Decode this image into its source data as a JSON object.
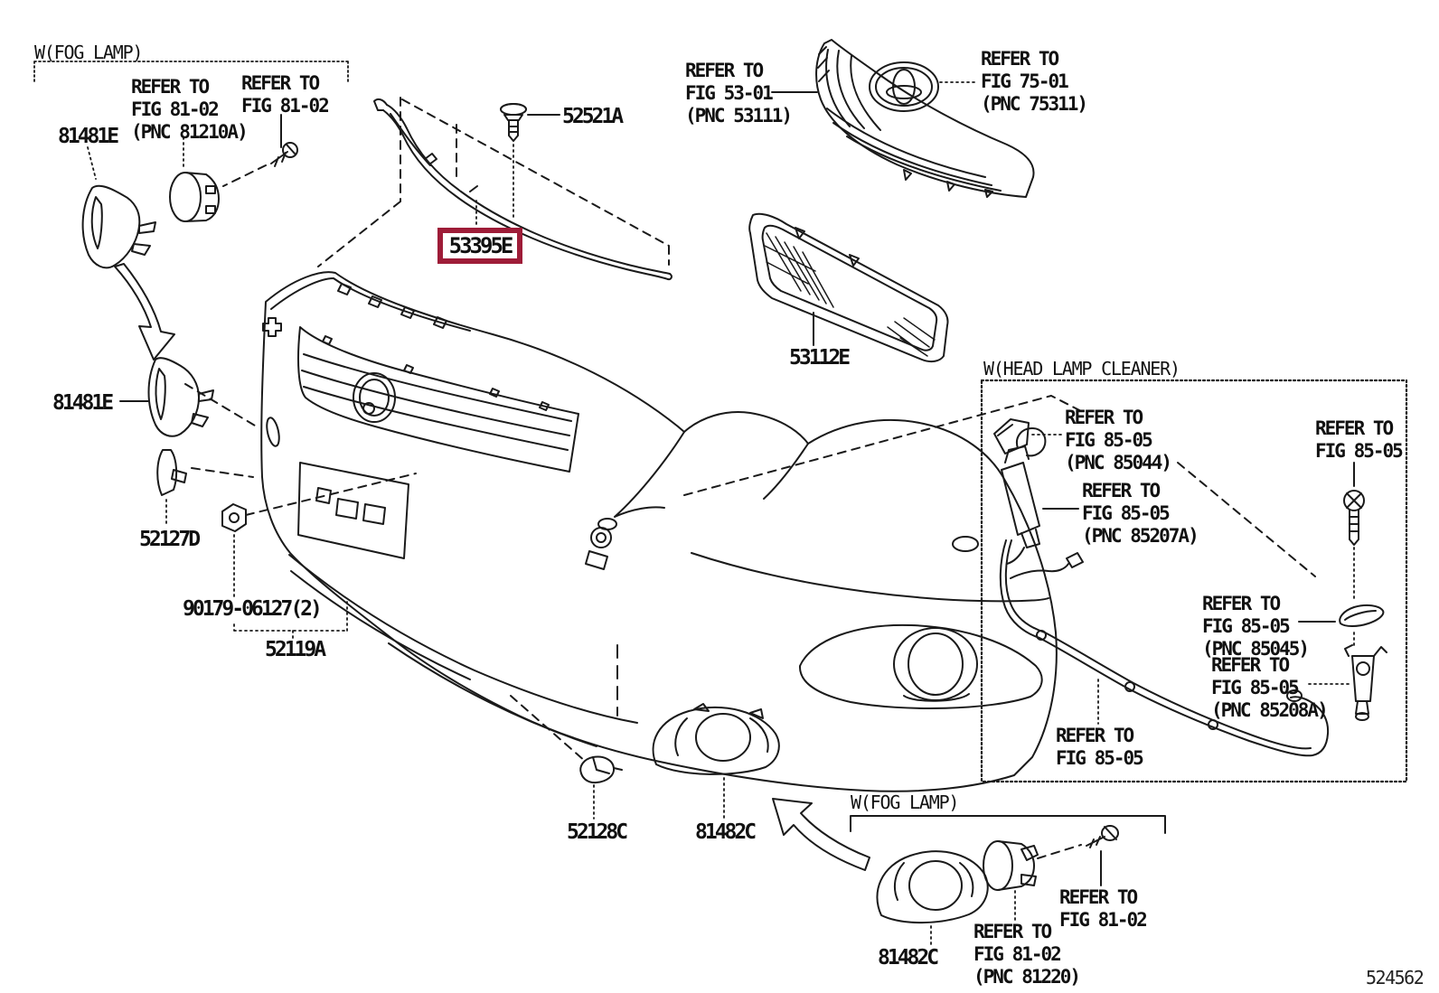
{
  "diagram": {
    "number": "524562",
    "highlighted_part": "53395E",
    "highlight_color": "#9E1C38"
  },
  "sections": {
    "fog_lamp_top": "W(FOG LAMP)",
    "head_lamp_cleaner": "W(HEAD LAMP CLEANER)",
    "fog_lamp_bottom": "W(FOG LAMP)"
  },
  "parts": {
    "p81481e_top": "81481E",
    "p81481e_mid": "81481E",
    "p52521a": "52521A",
    "p53395e": "53395E",
    "p53112e": "53112E",
    "p52127d": "52127D",
    "p90179": "90179-06127(2)",
    "p52119a": "52119A",
    "p52128c": "52128C",
    "p81482c_mid": "81482C",
    "p81482c_bot": "81482C"
  },
  "notes": {
    "n81210a": {
      "l1": "REFER TO",
      "l2": "FIG 81-02",
      "l3": "(PNC 81210A)"
    },
    "n8102_top": {
      "l1": "REFER TO",
      "l2": "FIG 81-02"
    },
    "n53111": {
      "l1": "REFER TO",
      "l2": "FIG 53-01",
      "l3": "(PNC 53111)"
    },
    "n75311": {
      "l1": "REFER TO",
      "l2": "FIG 75-01",
      "l3": "(PNC 75311)"
    },
    "n85044": {
      "l1": "REFER TO",
      "l2": "FIG 85-05",
      "l3": "(PNC 85044)"
    },
    "n85207a": {
      "l1": "REFER TO",
      "l2": "FIG 85-05",
      "l3": "(PNC 85207A)"
    },
    "n8505_bolt": {
      "l1": "REFER TO",
      "l2": "FIG 85-05"
    },
    "n85045": {
      "l1": "REFER TO",
      "l2": "FIG 85-05",
      "l3": "(PNC 85045)"
    },
    "n85208a": {
      "l1": "REFER TO",
      "l2": "FIG 85-05",
      "l3": "(PNC 85208A)"
    },
    "n8505_hose": {
      "l1": "REFER TO",
      "l2": "FIG 85-05"
    },
    "n8102_screw": {
      "l1": "REFER TO",
      "l2": "FIG 81-02"
    },
    "n81220": {
      "l1": "REFER TO",
      "l2": "FIG 81-02",
      "l3": "(PNC 81220)"
    }
  }
}
